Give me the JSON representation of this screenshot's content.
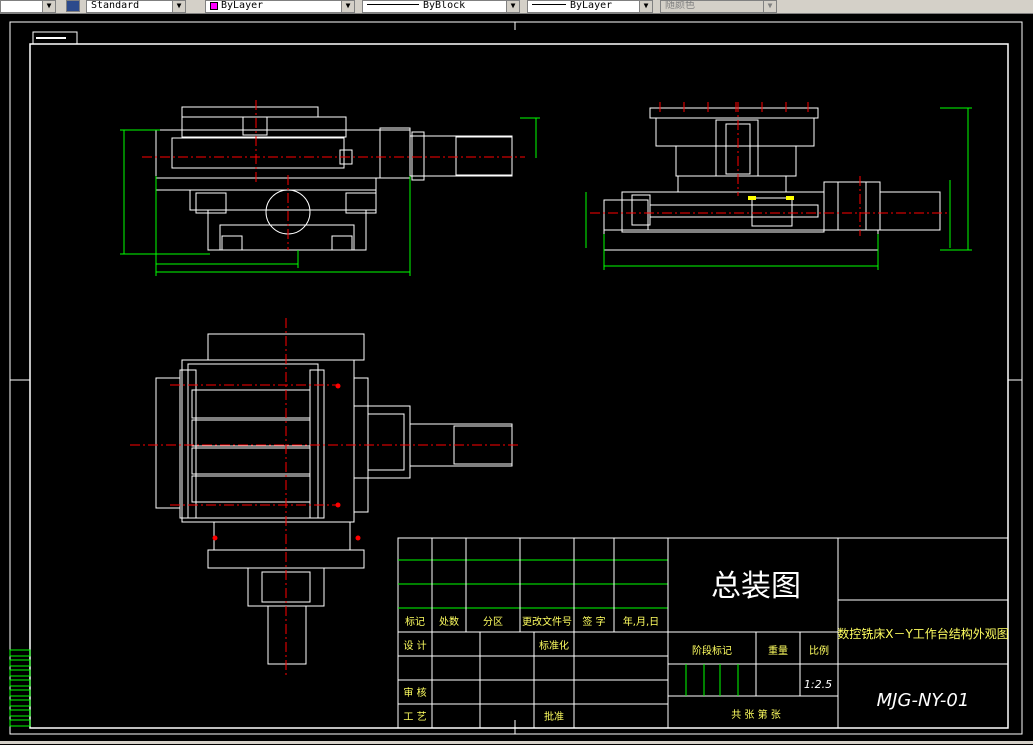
{
  "toolbar": {
    "textstyle_value": "Standard",
    "layer_color_value": "ByLayer",
    "layer_color_swatch": "#ff00ff",
    "linetype_value": "ByBlock",
    "lineweight_value": "ByLayer",
    "plotstyle_value": "随颜色"
  },
  "title_block": {
    "drawing_title": "总装图",
    "part_name": "数控铣床X－Y工作台结构外观图",
    "drawing_number": "MJG-NY-01",
    "scale": "1:2.5",
    "header_labels": [
      "标记",
      "处数",
      "分区",
      "更改文件号",
      "签 字",
      "年,月,日"
    ],
    "design_label": "设 计",
    "standardize_label": "标准化",
    "review_label": "审 核",
    "process_label": "工 艺",
    "approve_label": "批准",
    "stage_mark_label": "阶段标记",
    "weight_label": "重量",
    "ratio_label": "比例",
    "sheets_label": "共  张  第  张"
  },
  "colors": {
    "drawing_line": "#ffffff",
    "dimension": "#00ff00",
    "center_line": "#ff0000",
    "title_block_grid": "#00ff00",
    "toolbar_bg": "#d4d0c8"
  }
}
